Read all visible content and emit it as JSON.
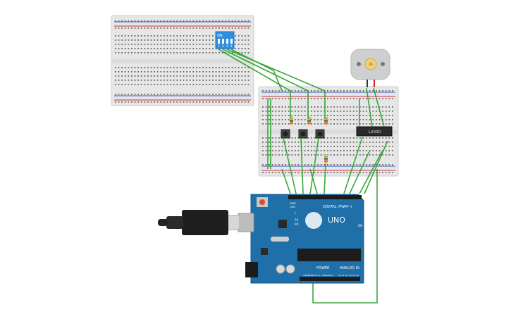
{
  "dip_switch": {
    "label": "ON",
    "numbers": [
      "1",
      "2",
      "3",
      "4"
    ]
  },
  "driver_chip": {
    "label": "L293D"
  },
  "arduino": {
    "model": "UNO",
    "digital_label": "DIGITAL (PWM~)",
    "power_label": "POWER",
    "analog_label": "ANALOG IN",
    "tx_label": "TX",
    "rx_label": "RX",
    "l_label": "L",
    "on_label": "ON",
    "aref_label": "AREF",
    "gnd_label": "GND",
    "power_pins": [
      "IOREF",
      "RESET",
      "3.3V",
      "5V",
      "GND",
      "GND",
      "Vin"
    ],
    "analog_pins": [
      "A0",
      "A1",
      "A2",
      "A3",
      "A4",
      "A5"
    ]
  },
  "colors": {
    "breadboard": "#e6e6e6",
    "wire": "#3aa63a",
    "arduino": "#1f6fa8",
    "dip_switch": "#2d8fe0",
    "motor": "#cfcfcf"
  }
}
